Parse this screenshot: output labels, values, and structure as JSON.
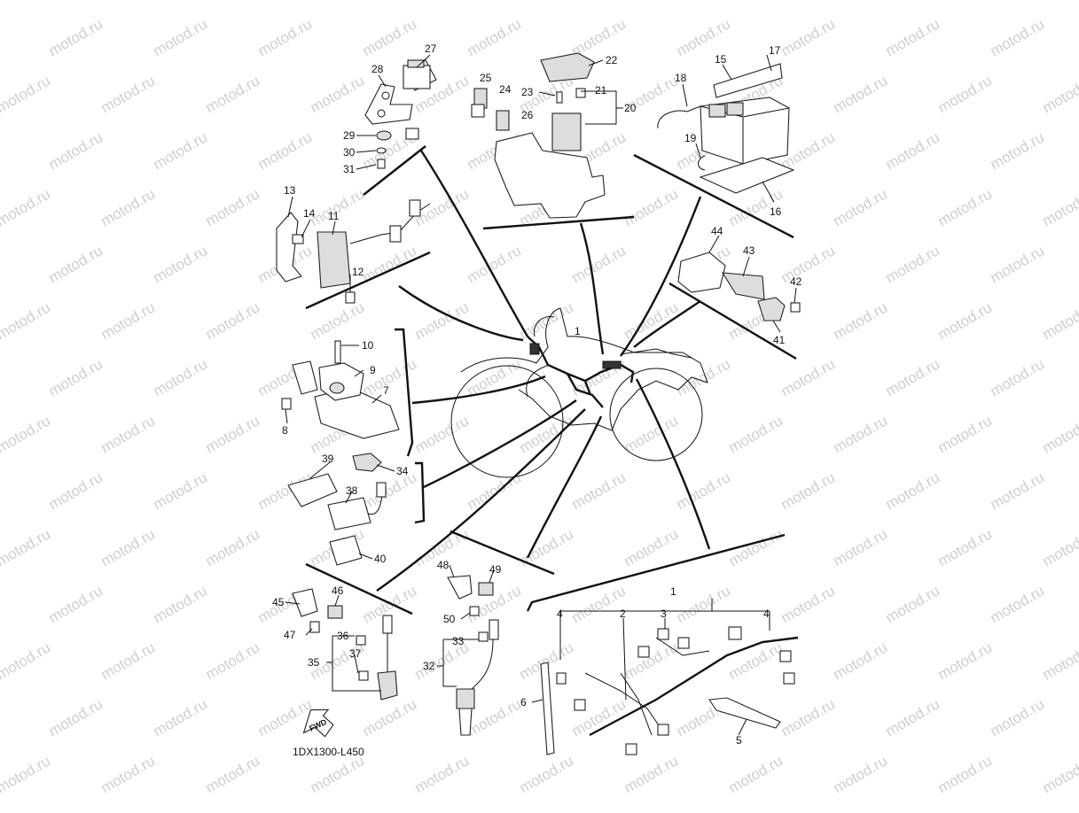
{
  "watermark": {
    "text": "motod.ru"
  },
  "diagram": {
    "reference_code": "1DX1300-L450",
    "fwd_label": "FWD",
    "callouts": [
      "1",
      "2",
      "3",
      "4",
      "5",
      "6",
      "7",
      "8",
      "9",
      "10",
      "11",
      "12",
      "13",
      "14",
      "15",
      "16",
      "17",
      "18",
      "19",
      "20",
      "21",
      "22",
      "23",
      "24",
      "25",
      "26",
      "27",
      "28",
      "29",
      "30",
      "31",
      "32",
      "33",
      "34",
      "35",
      "36",
      "37",
      "38",
      "39",
      "40",
      "41",
      "42",
      "43",
      "44",
      "45",
      "46",
      "47",
      "48",
      "49",
      "50"
    ]
  }
}
